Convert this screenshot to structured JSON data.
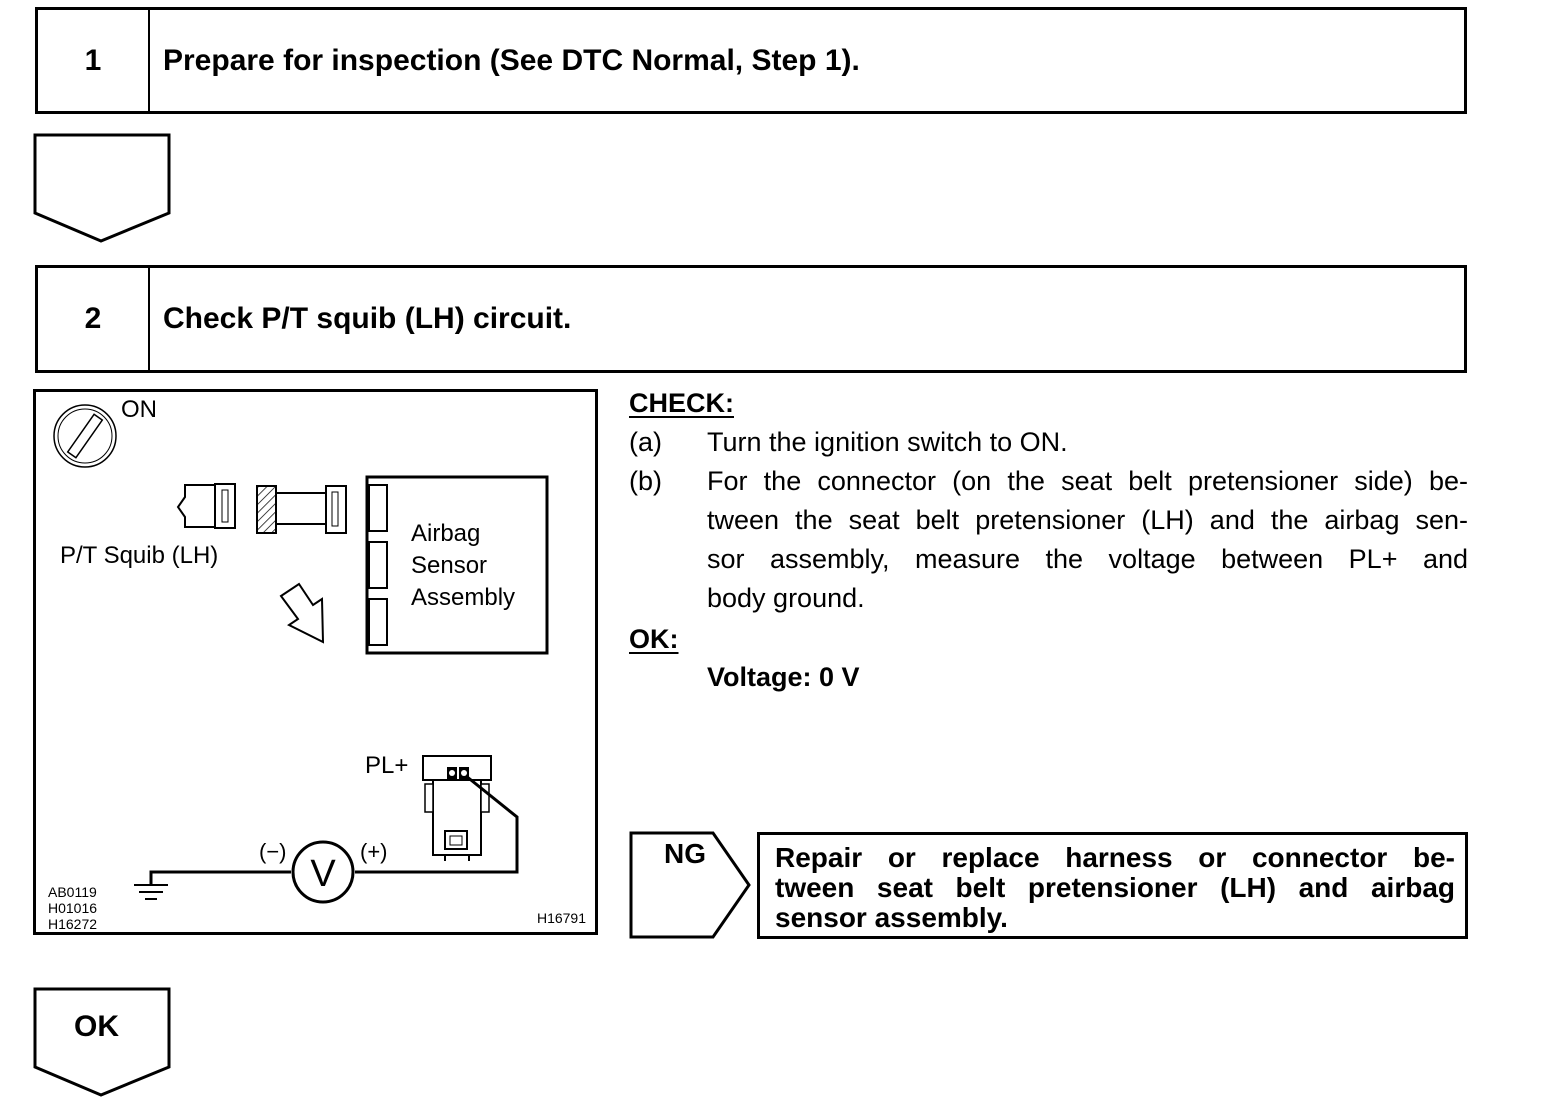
{
  "step1": {
    "number": "1",
    "title": "Prepare for inspection (See DTC Normal, Step 1)."
  },
  "step2": {
    "number": "2",
    "title": "Check P/T squib (LH) circuit."
  },
  "diagram": {
    "ignition_label": "ON",
    "squib_label": "P/T Squib (LH)",
    "sensor_label_lines": [
      "Airbag",
      "Sensor",
      "Assembly"
    ],
    "terminal_label": "PL+",
    "minus_label": "(−)",
    "plus_label": "(+)",
    "meter_symbol": "V",
    "ref_codes": [
      "AB0119",
      "H01016",
      "H16272"
    ],
    "figure_id": "H16791"
  },
  "check": {
    "heading": "CHECK:",
    "items": [
      {
        "marker": "(a)",
        "lines": [
          "Turn the ignition switch to ON."
        ]
      },
      {
        "marker": "(b)",
        "lines": [
          "For the connector (on the seat belt pretensioner side) be-",
          "tween the seat belt pretensioner (LH) and the airbag sen-",
          "sor assembly, measure the voltage between PL+ and",
          "body ground."
        ]
      }
    ],
    "ok_heading": "OK:",
    "ok_value": "Voltage: 0 V"
  },
  "ng": {
    "label": "NG",
    "action_lines": [
      "Repair or replace harness or connector be-",
      "tween seat belt pretensioner (LH) and airbag",
      "sensor assembly."
    ]
  },
  "ok_flow": {
    "label": "OK"
  }
}
